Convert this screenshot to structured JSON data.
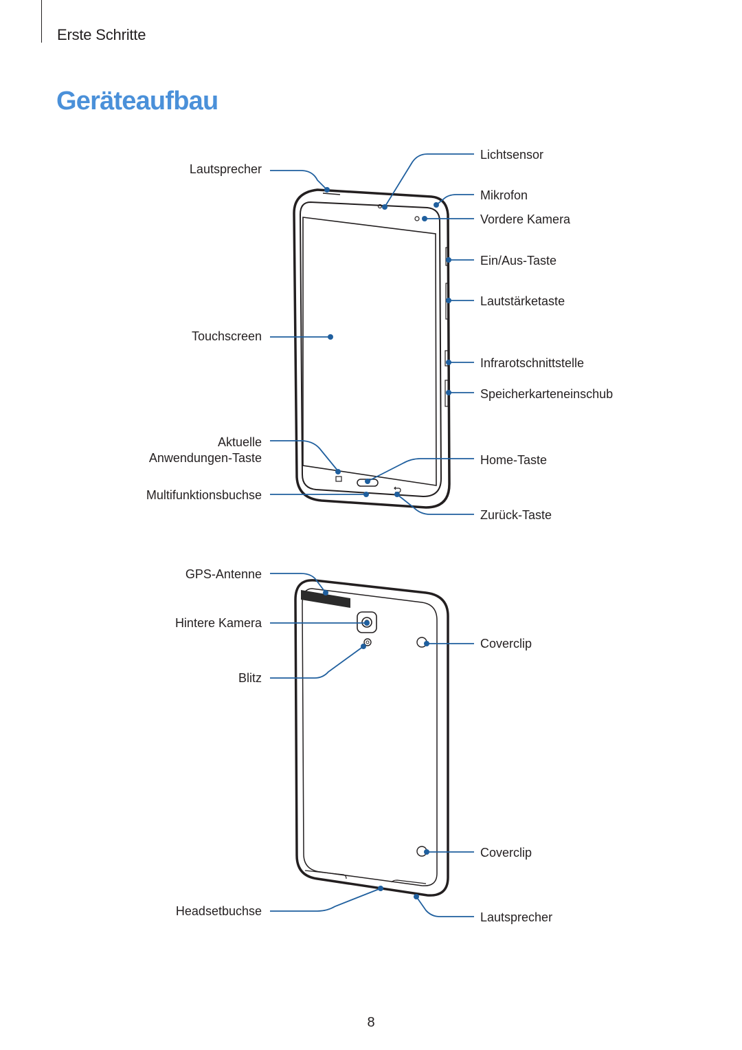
{
  "header": {
    "section": "Erste Schritte",
    "title": "Geräteaufbau"
  },
  "colors": {
    "title": "#4a90d9",
    "leader": "#1f5f9e",
    "text": "#231f20"
  },
  "front_labels": {
    "lautsprecher": "Lautsprecher",
    "touchscreen": "Touchscreen",
    "aktuelle_1": "Aktuelle",
    "aktuelle_2": "Anwendungen-Taste",
    "multifunktionsbuchse": "Multifunktionsbuchse",
    "lichtsensor": "Lichtsensor",
    "mikrofon": "Mikrofon",
    "vordere_kamera": "Vordere Kamera",
    "ein_aus": "Ein/Aus-Taste",
    "lautstaerke": "Lautstärketaste",
    "infrarot": "Infrarotschnittstelle",
    "speicherkarte": "Speicherkarteneinschub",
    "home": "Home-Taste",
    "zurueck": "Zurück-Taste"
  },
  "back_labels": {
    "gps": "GPS-Antenne",
    "hintere_kamera": "Hintere Kamera",
    "blitz": "Blitz",
    "headsetbuchse": "Headsetbuchse",
    "coverclip_1": "Coverclip",
    "coverclip_2": "Coverclip",
    "lautsprecher": "Lautsprecher"
  },
  "footer": {
    "page_number": "8"
  }
}
